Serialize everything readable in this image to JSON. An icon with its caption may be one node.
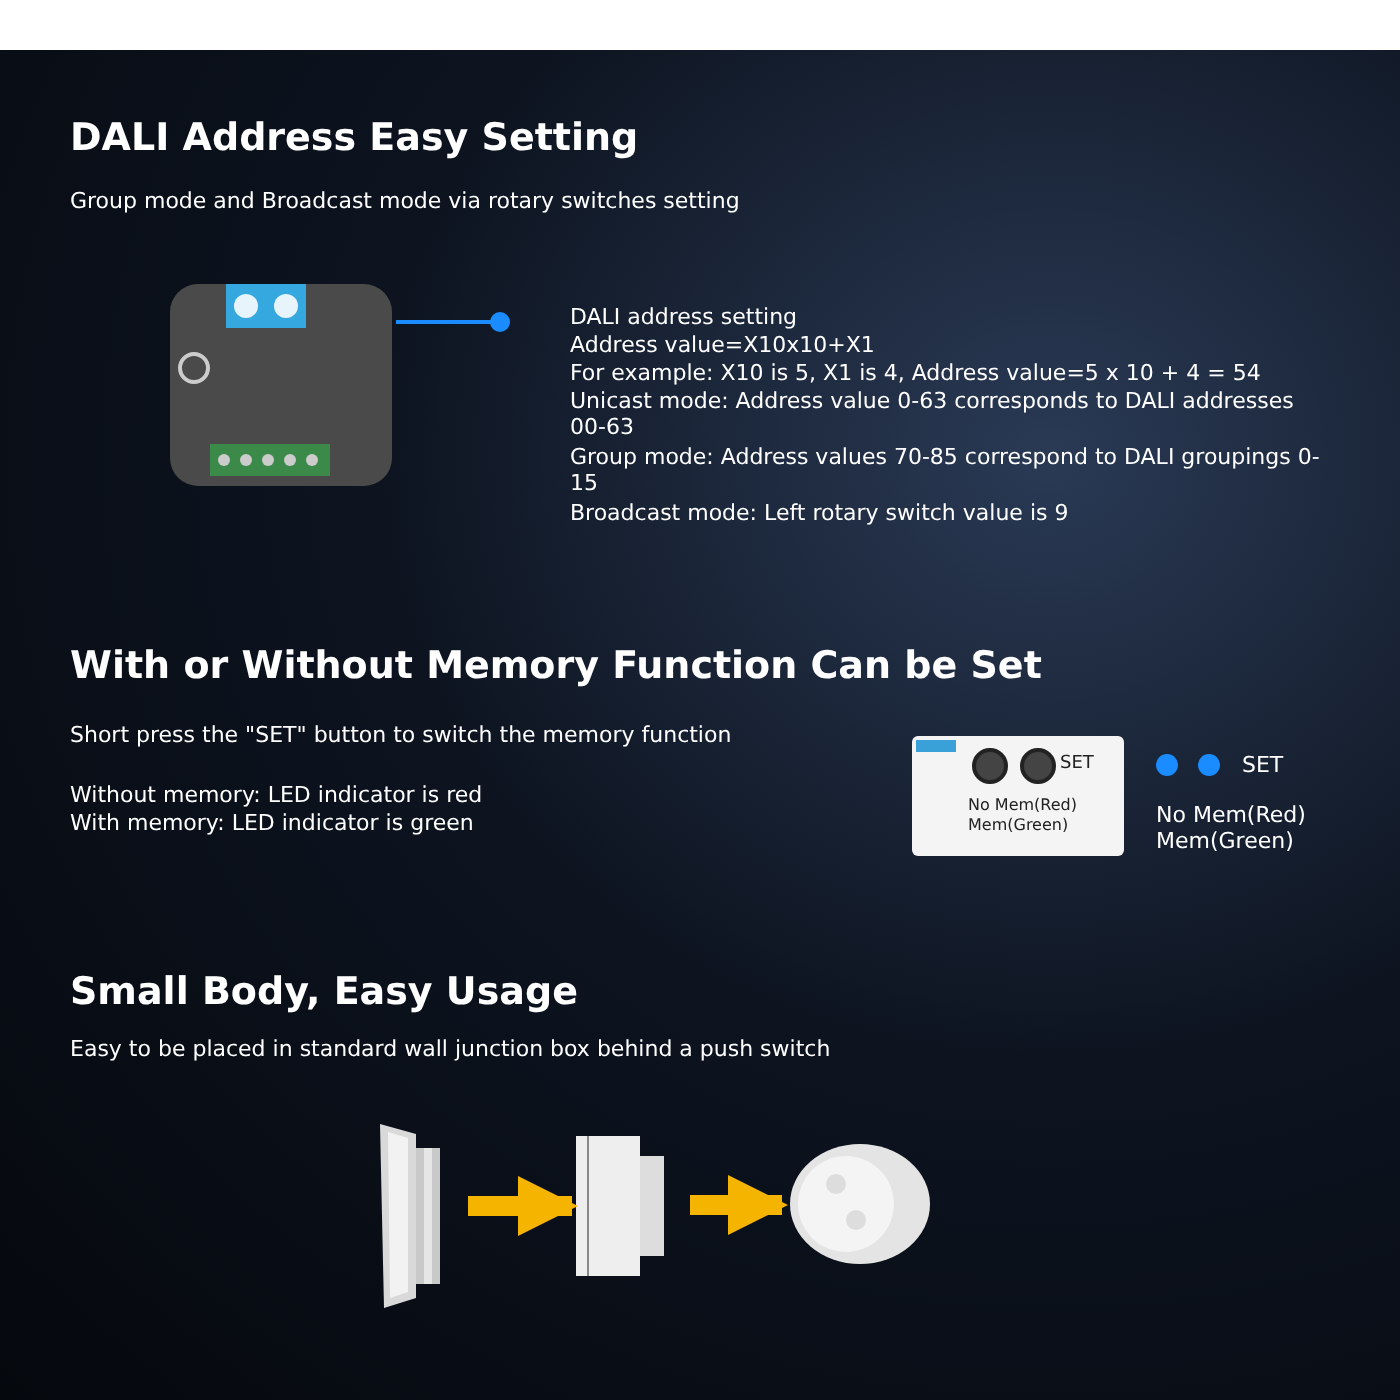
{
  "diagram": {
    "nodes": [
      {
        "text": [],
        "shape": "picture"
      },
      {
        "text": [
          "SET",
          "No Mem(Red) Mem(Green)"
        ]
      },
      {
        "text": [],
        "shape": "picture"
      },
      {
        "text": [],
        "shape": "picture"
      },
      {
        "text": [],
        "shape": "picture"
      }
    ],
    "edges": [
      {
        "from": 0,
        "to": null,
        "arrow": "other",
        "color": "#1a8cff"
      },
      {
        "from": 2,
        "to": 3,
        "arrow": "to"
      },
      {
        "from": 3,
        "to": 4,
        "arrow": "to"
      }
    ],
    "labels": [
      "DALI Address Easy Setting",
      "Group mode and Broadcast mode via rotary switches setting",
      "DALI address setting",
      "Address value=X10x10+X1",
      "For example:  X10 is 5, X1 is 4, Address value=5 x 10 + 4 = 54",
      "Unicast mode: Address value 0-63 corresponds to DALI addresses 00-63",
      "Group mode: Address values 70-85 correspond to DALI groupings 0-15",
      "Broadcast mode: Left rotary switch value is 9",
      "With or Without Memory Function Can be Set",
      "Short press the \"SET\" button to switch the memory function",
      "Without memory: LED indicator is red",
      "With memory: LED indicator is green",
      "SET",
      "No Mem(Red)",
      "Mem(Green)",
      "Small Body, Easy Usage",
      "Easy to be placed in standard wall junction box behind a push switch"
    ]
  }
}
